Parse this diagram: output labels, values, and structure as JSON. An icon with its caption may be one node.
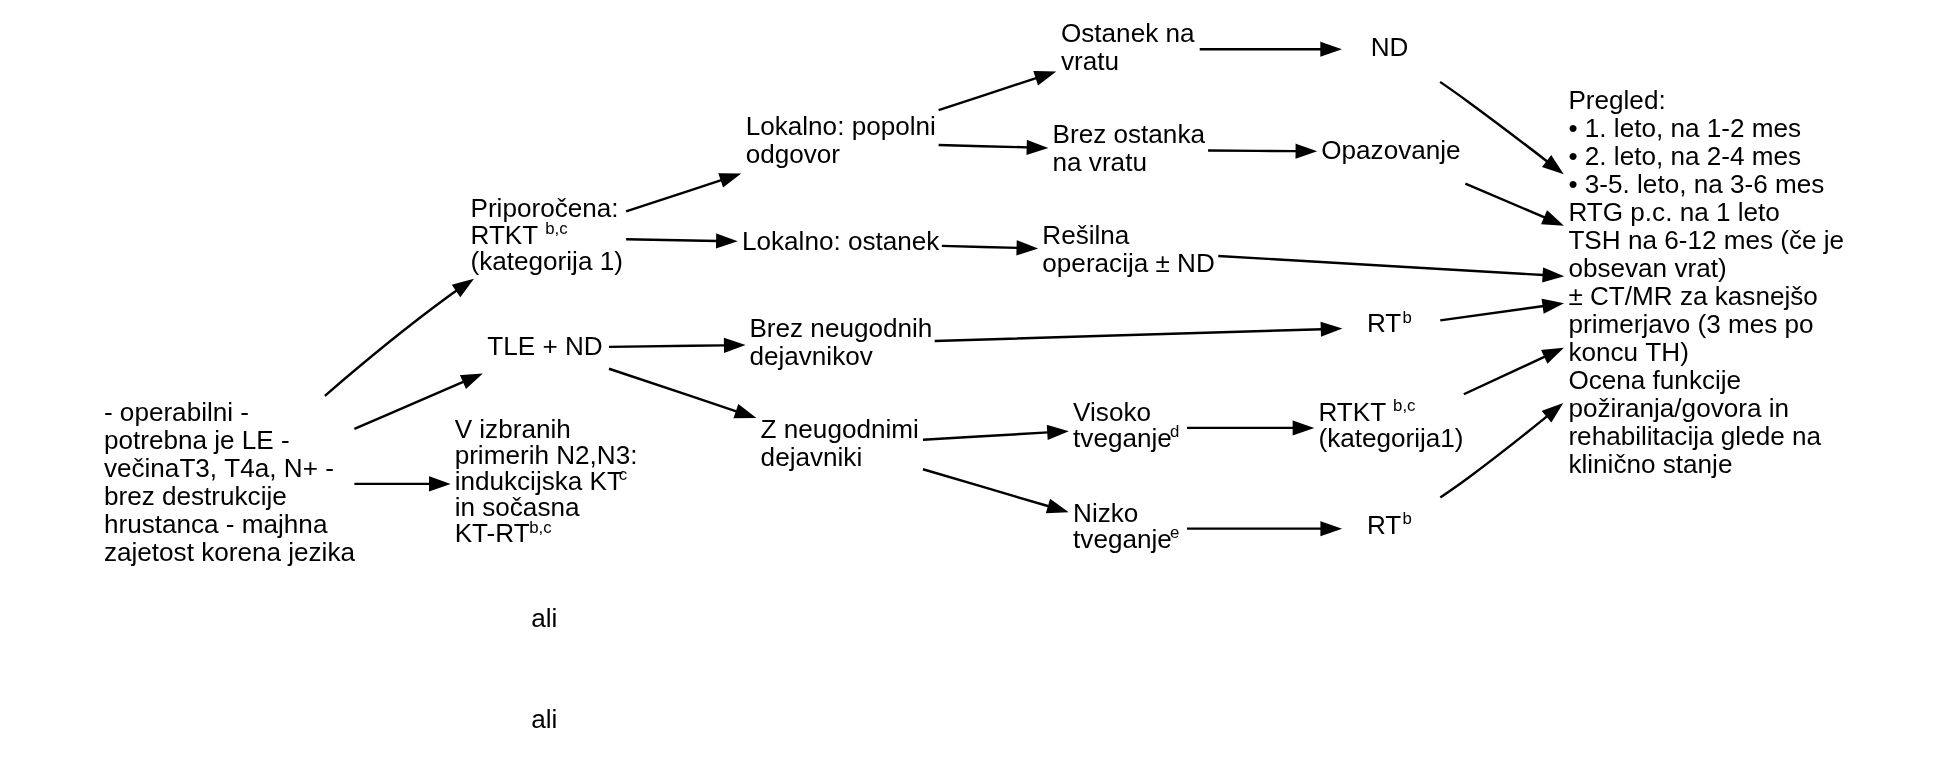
{
  "diagram": {
    "nodes": [
      {
        "text": [
          "- operabilni - potrebna je LE - večinaT3, T4a, N+ - brez destrukcije hrustanca - majhna zajetost korena jezika"
        ]
      },
      {
        "text": [
          "Priporočena: RTKT $^{b,c}$ (kategorija 1)"
        ]
      },
      {
        "text": [
          "TLE + ND"
        ]
      },
      {
        "text": [
          "V izbranih primerih N2,N3: indukcijska KT$^{c}$ in sočasna KT-RT$^{b,c}$"
        ]
      },
      {
        "text": [
          "Lokalno: popolni odgovor"
        ]
      },
      {
        "text": [
          "Lokalno: ostanek"
        ]
      },
      {
        "text": [
          "Brez neugodnih dejavnikov"
        ]
      },
      {
        "text": [
          "Z neugodnimi dejavniki"
        ]
      },
      {
        "text": [
          "Ostanek na vratu"
        ]
      },
      {
        "text": [
          "Brez ostanka na vratu"
        ]
      },
      {
        "text": [
          "Rešilna operacija ± ND"
        ]
      },
      {
        "text": [
          "Visoko tveganje$^{d}$"
        ]
      },
      {
        "text": [
          "Nizko tveganje$^{e}$"
        ]
      },
      {
        "text": [
          "ND"
        ]
      },
      {
        "text": [
          "Opazovanje"
        ]
      },
      {
        "text": [
          "RT$^{b}$"
        ]
      },
      {
        "text": [
          "RTKT $^{b,c}$ (kategorija1)"
        ]
      },
      {
        "text": [
          "RT$^{b}$"
        ]
      },
      {
        "text": [
          "Pregled:",
          "• 1. leto, na 1-2 mes",
          "• 2. leto, na 2-4 mes",
          "• 3-5. leto, na 3-6 mes",
          "RTG p.c. na 1 leto",
          "TSH na 6-12 mes (če je obsevan vrat)",
          "± CT/MR za kasnejšo primerjavo (3 mes po koncu TH)",
          "Ocena funkcije požiranja/govora in rehabilitacija glede na klinično stanje"
        ]
      }
    ],
    "edges": [
      {
        "from": 0,
        "to": 1,
        "arrow": "to"
      },
      {
        "from": 0,
        "to": 2,
        "arrow": "to"
      },
      {
        "from": 0,
        "to": 3,
        "arrow": "to"
      },
      {
        "from": 1,
        "to": 4,
        "arrow": "to"
      },
      {
        "from": 1,
        "to": 5,
        "arrow": "to"
      },
      {
        "from": 2,
        "to": 6,
        "arrow": "to"
      },
      {
        "from": 2,
        "to": 7,
        "arrow": "to"
      },
      {
        "from": 4,
        "to": 8,
        "arrow": "to"
      },
      {
        "from": 4,
        "to": 9,
        "arrow": "to"
      },
      {
        "from": 5,
        "to": 10,
        "arrow": "to"
      },
      {
        "from": 7,
        "to": 11,
        "arrow": "to"
      },
      {
        "from": 7,
        "to": 12,
        "arrow": "to"
      },
      {
        "from": 8,
        "to": 13,
        "arrow": "to"
      },
      {
        "from": 9,
        "to": 14,
        "arrow": "to"
      },
      {
        "from": 6,
        "to": 15,
        "arrow": "to"
      },
      {
        "from": 11,
        "to": 16,
        "arrow": "to"
      },
      {
        "from": 12,
        "to": 17,
        "arrow": "to"
      },
      {
        "from": 13,
        "to": 18,
        "arrow": "to"
      },
      {
        "from": 14,
        "to": 18,
        "arrow": "to"
      },
      {
        "from": 10,
        "to": 18,
        "arrow": "to"
      },
      {
        "from": 15,
        "to": 18,
        "arrow": "to"
      },
      {
        "from": 16,
        "to": 18,
        "arrow": "to"
      },
      {
        "from": 17,
        "to": 18,
        "arrow": "to"
      }
    ],
    "labels": [
      "ali",
      "ali"
    ]
  }
}
